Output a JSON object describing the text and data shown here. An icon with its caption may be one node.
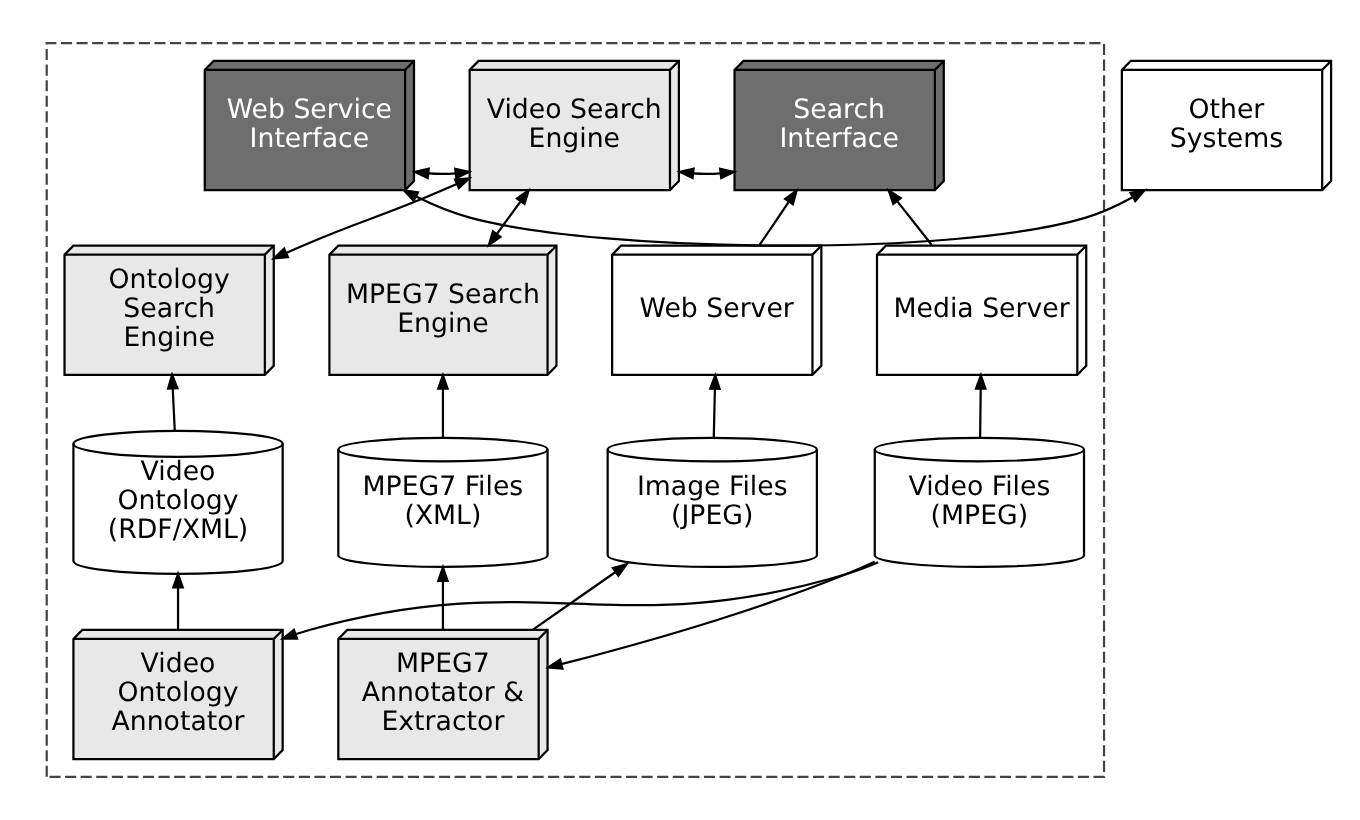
{
  "diagram": {
    "nodes": [
      {
        "text": [
          "Other Systems"
        ]
      },
      {
        "text": [],
        "shape": "box"
      },
      {
        "text": [
          "Web Service Interface"
        ],
        "in": 1
      },
      {
        "text": [
          "Video Search Engine"
        ],
        "in": 1
      },
      {
        "text": [
          "Search Interface"
        ],
        "in": 1
      },
      {
        "text": [
          "Ontology Search Engine"
        ],
        "in": 1
      },
      {
        "text": [
          "MPEG7 Search Engine"
        ],
        "in": 1
      },
      {
        "text": [
          "Web Server"
        ],
        "in": 1
      },
      {
        "text": [
          "Media Server"
        ],
        "in": 1
      },
      {
        "text": [
          "Video Ontology (RDF/XML)"
        ],
        "in": 1
      },
      {
        "text": [
          "MPEG7 Files (XML)"
        ],
        "in": 1
      },
      {
        "text": [
          "Image Files (JPEG)"
        ],
        "in": 1
      },
      {
        "text": [
          "Video Files (MPEG)"
        ],
        "in": 1
      },
      {
        "text": [
          "Video Ontology Annotator"
        ],
        "in": 1
      },
      {
        "text": [
          "MPEG7 Annotator & Extractor"
        ],
        "in": 1
      }
    ],
    "edges": [
      {
        "from": 0,
        "to": 2,
        "arrow": "both"
      },
      {
        "from": 2,
        "to": 3,
        "arrow": "both"
      },
      {
        "from": 3,
        "to": 4,
        "arrow": "both"
      },
      {
        "from": 3,
        "to": 5,
        "arrow": "both"
      },
      {
        "from": 3,
        "to": 6,
        "arrow": "both"
      },
      {
        "from": 7,
        "to": 4,
        "arrow": "to"
      },
      {
        "from": 8,
        "to": 4,
        "arrow": "to"
      },
      {
        "from": 9,
        "to": 5,
        "arrow": "to"
      },
      {
        "from": 10,
        "to": 6,
        "arrow": "to"
      },
      {
        "from": 11,
        "to": 7,
        "arrow": "to"
      },
      {
        "from": 12,
        "to": 8,
        "arrow": "to"
      },
      {
        "from": 13,
        "to": 9,
        "arrow": "to"
      },
      {
        "from": 14,
        "to": 10,
        "arrow": "to"
      },
      {
        "from": 14,
        "to": 11,
        "arrow": "to"
      },
      {
        "from": 12,
        "to": 14,
        "arrow": "to"
      },
      {
        "from": 12,
        "to": 13,
        "arrow": "to"
      }
    ]
  }
}
